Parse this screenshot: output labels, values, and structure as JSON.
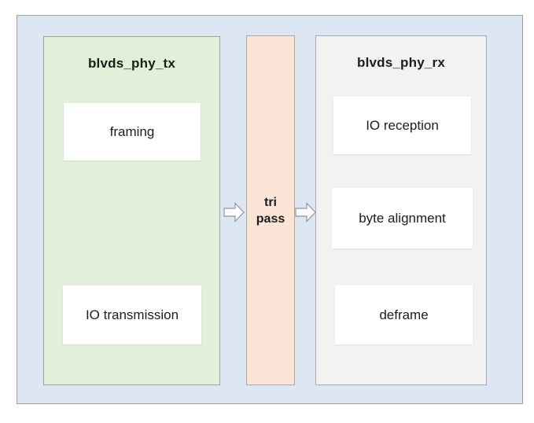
{
  "tx": {
    "title": "blvds_phy_tx",
    "boxes": [
      "framing",
      "IO transmission"
    ]
  },
  "tri": {
    "lines": [
      "tri",
      "pass"
    ]
  },
  "rx": {
    "title": "blvds_phy_rx",
    "boxes": [
      "IO reception",
      "byte alignment",
      "deframe"
    ]
  },
  "icons": {
    "left_arrow": "block-arrow-right",
    "right_arrow": "block-arrow-right"
  },
  "colors": {
    "outer_bg": "#dce7f3",
    "outer_border": "#9aa0a8",
    "tx_bg": "#e2efda",
    "tx_border": "#9aab94",
    "tri_bg": "#fbe5d6",
    "tri_border": "#bfa28c",
    "rx_bg": "#f2f2f1",
    "rx_border": "#a8a8b0",
    "box_bg": "#ffffff",
    "arrow_fill": "#fdfdfd",
    "arrow_stroke": "#8f959d",
    "text": "#1c1c1c"
  }
}
